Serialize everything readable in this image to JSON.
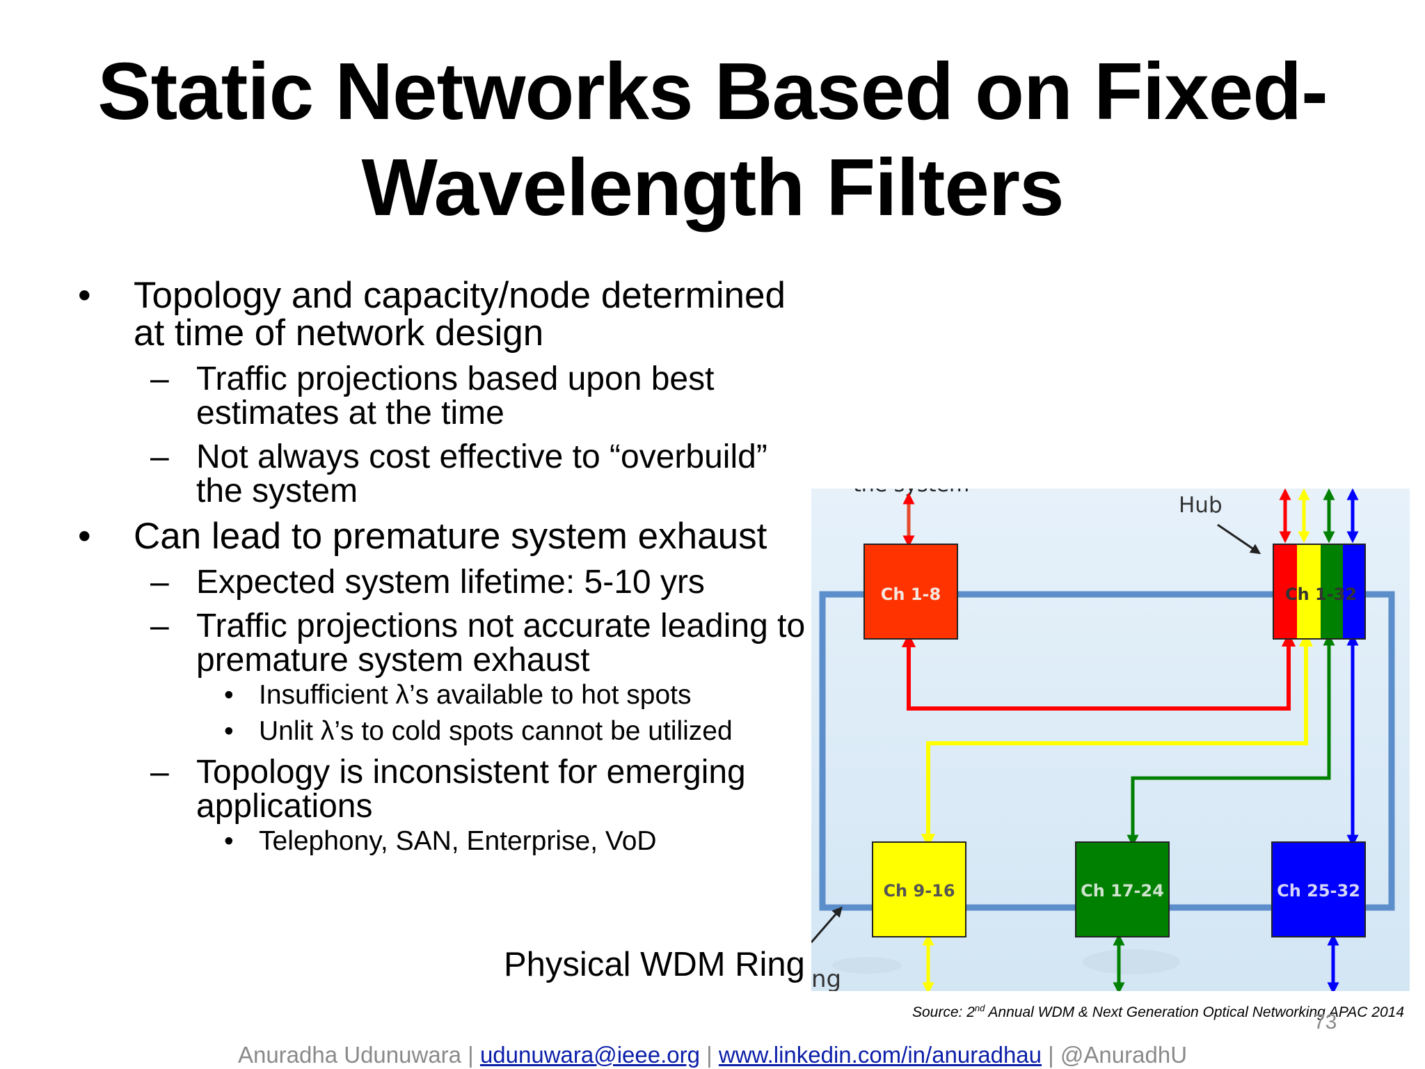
{
  "slide": {
    "title": "Static Networks Based on Fixed-Wavelength Filters"
  },
  "bullets": [
    {
      "level": 1,
      "marker": "•",
      "text": "Topology and capacity/node determined at time of network design"
    },
    {
      "level": 2,
      "marker": "–",
      "text": "Traffic projections based upon best estimates at the time"
    },
    {
      "level": 2,
      "marker": "–",
      "text": "Not always cost effective to “overbuild” the system"
    },
    {
      "level": 1,
      "marker": "•",
      "text": "Can lead to premature system exhaust"
    },
    {
      "level": 2,
      "marker": "–",
      "text": "Expected system lifetime: 5-10 yrs"
    },
    {
      "level": 2,
      "marker": "–",
      "text": "Traffic projections not accurate leading to premature system exhaust"
    },
    {
      "level": 3,
      "marker": "•",
      "text": "Insufficient λ’s available to hot spots"
    },
    {
      "level": 3,
      "marker": "•",
      "text": "Unlit λ’s to cold spots cannot be utilized"
    },
    {
      "level": 2,
      "marker": "–",
      "text": "Topology is inconsistent for emerging applications"
    },
    {
      "level": 3,
      "marker": "•",
      "text": "Telephony, SAN, Enterprise, VoD"
    }
  ],
  "diagram": {
    "hub_label": "Hub",
    "hub_node_label": "Ch 1-32",
    "clipped_top_text": "the system",
    "clipped_bottom_text": "ng",
    "nodes": [
      {
        "label": "Ch 1-8",
        "color": "#ff3300"
      },
      {
        "label": "Ch 9-16",
        "color": "#ffff00"
      },
      {
        "label": "Ch 17-24",
        "color": "#008000"
      },
      {
        "label": "Ch 25-32",
        "color": "#0000ff"
      }
    ],
    "hub_stripe_colors": [
      "#ff0000",
      "#ffff00",
      "#008000",
      "#0000ff"
    ],
    "ring_color": "#5b8ecb",
    "background_color": "#e3eff9"
  },
  "ring_caption": "Physical WDM Ring",
  "source": {
    "prefix": "Source: 2",
    "sup": "nd",
    "suffix": " Annual WDM & Next Generation Optical Networking APAC 2014"
  },
  "page_number": "73",
  "footer": {
    "name": "Anuradha Udunuwara |",
    "email": "udunuwara@ieee.org",
    "sep1": " | ",
    "linkedin": "www.linkedin.com/in/anuradhau",
    "sep2": " | @AnuradhU"
  }
}
